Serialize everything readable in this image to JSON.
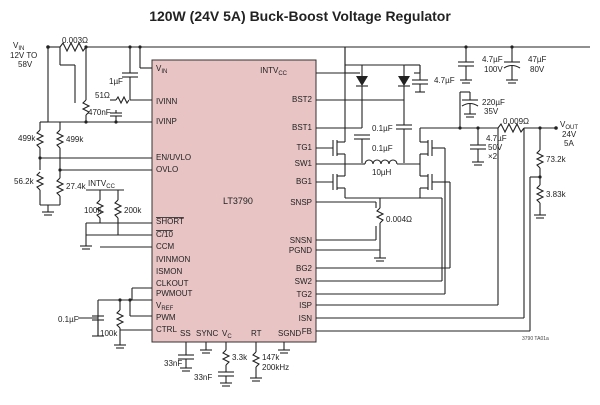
{
  "title": "120W (24V 5A) Buck-Boost Voltage Regulator",
  "chip": "LT3790",
  "pins_left": [
    "IVINN",
    "IVINP",
    "EN/UVLO",
    "OVLO",
    "SHORT",
    "C/10",
    "CCM",
    "IVINMON",
    "ISMON",
    "CLKOUT",
    "PWMOUT",
    "PWM",
    "CTRL"
  ],
  "pin_vin": "V",
  "pin_vin_sub": "IN",
  "pin_vref": "V",
  "pin_vref_sub": "REF",
  "pins_right": [
    "BST2",
    "BST1",
    "TG1",
    "SW1",
    "BG1",
    "SNSP",
    "SNSN",
    "PGND",
    "BG2",
    "SW2",
    "TG2",
    "ISP",
    "ISN",
    "FB"
  ],
  "pin_intvcc": "INTV",
  "pin_intvcc_sub": "CC",
  "pins_bottom": [
    "SS",
    "SYNC",
    "RT",
    "SGND"
  ],
  "pin_vc": "V",
  "pin_vc_sub": "C",
  "labels": {
    "vin_v": "V",
    "vin_sub": "IN",
    "vin_range1": "12V TO",
    "vin_range2": "58V",
    "r_sense_in": "0.003Ω",
    "c_1u": "1µF",
    "r_51": "51Ω",
    "c_470n": "470nF",
    "c_4u7_100": "4.7µF",
    "c_4u7_100v": "100V",
    "c_47u": "47µF",
    "c_47u_v": "80V",
    "c_4u7": "4.7µF",
    "c_220u": "220µF",
    "c_220u_v": "35V",
    "c_01u_a": "0.1µF",
    "c_01u_b": "0.1µF",
    "l_10u": "10µH",
    "c_out": "4.7µF",
    "c_out_v": "50V",
    "c_out_x": "×2",
    "r_sense_out": "0.009Ω",
    "vout_v": "V",
    "vout_sub": "OUT",
    "vout_v1": "24V",
    "vout_a": "5A",
    "r_73k": "73.2k",
    "r_3k83": "3.83k",
    "r_499a": "499k",
    "r_499b": "499k",
    "r_56k": "56.2k",
    "r_27k": "27.4k",
    "intvcc": "INTV",
    "intvcc_sub": "CC",
    "r_100k_a": "100k",
    "r_200k": "200k",
    "r_sns": "0.004Ω",
    "c_01u_vref": "0.1µF",
    "r_100k_b": "100k",
    "c_33n_a": "33nF",
    "c_33n_b": "33nF",
    "r_3k3": "3.3k",
    "r_147k": "147k",
    "r_freq": "200kHz",
    "code": "3790 TA01a"
  }
}
